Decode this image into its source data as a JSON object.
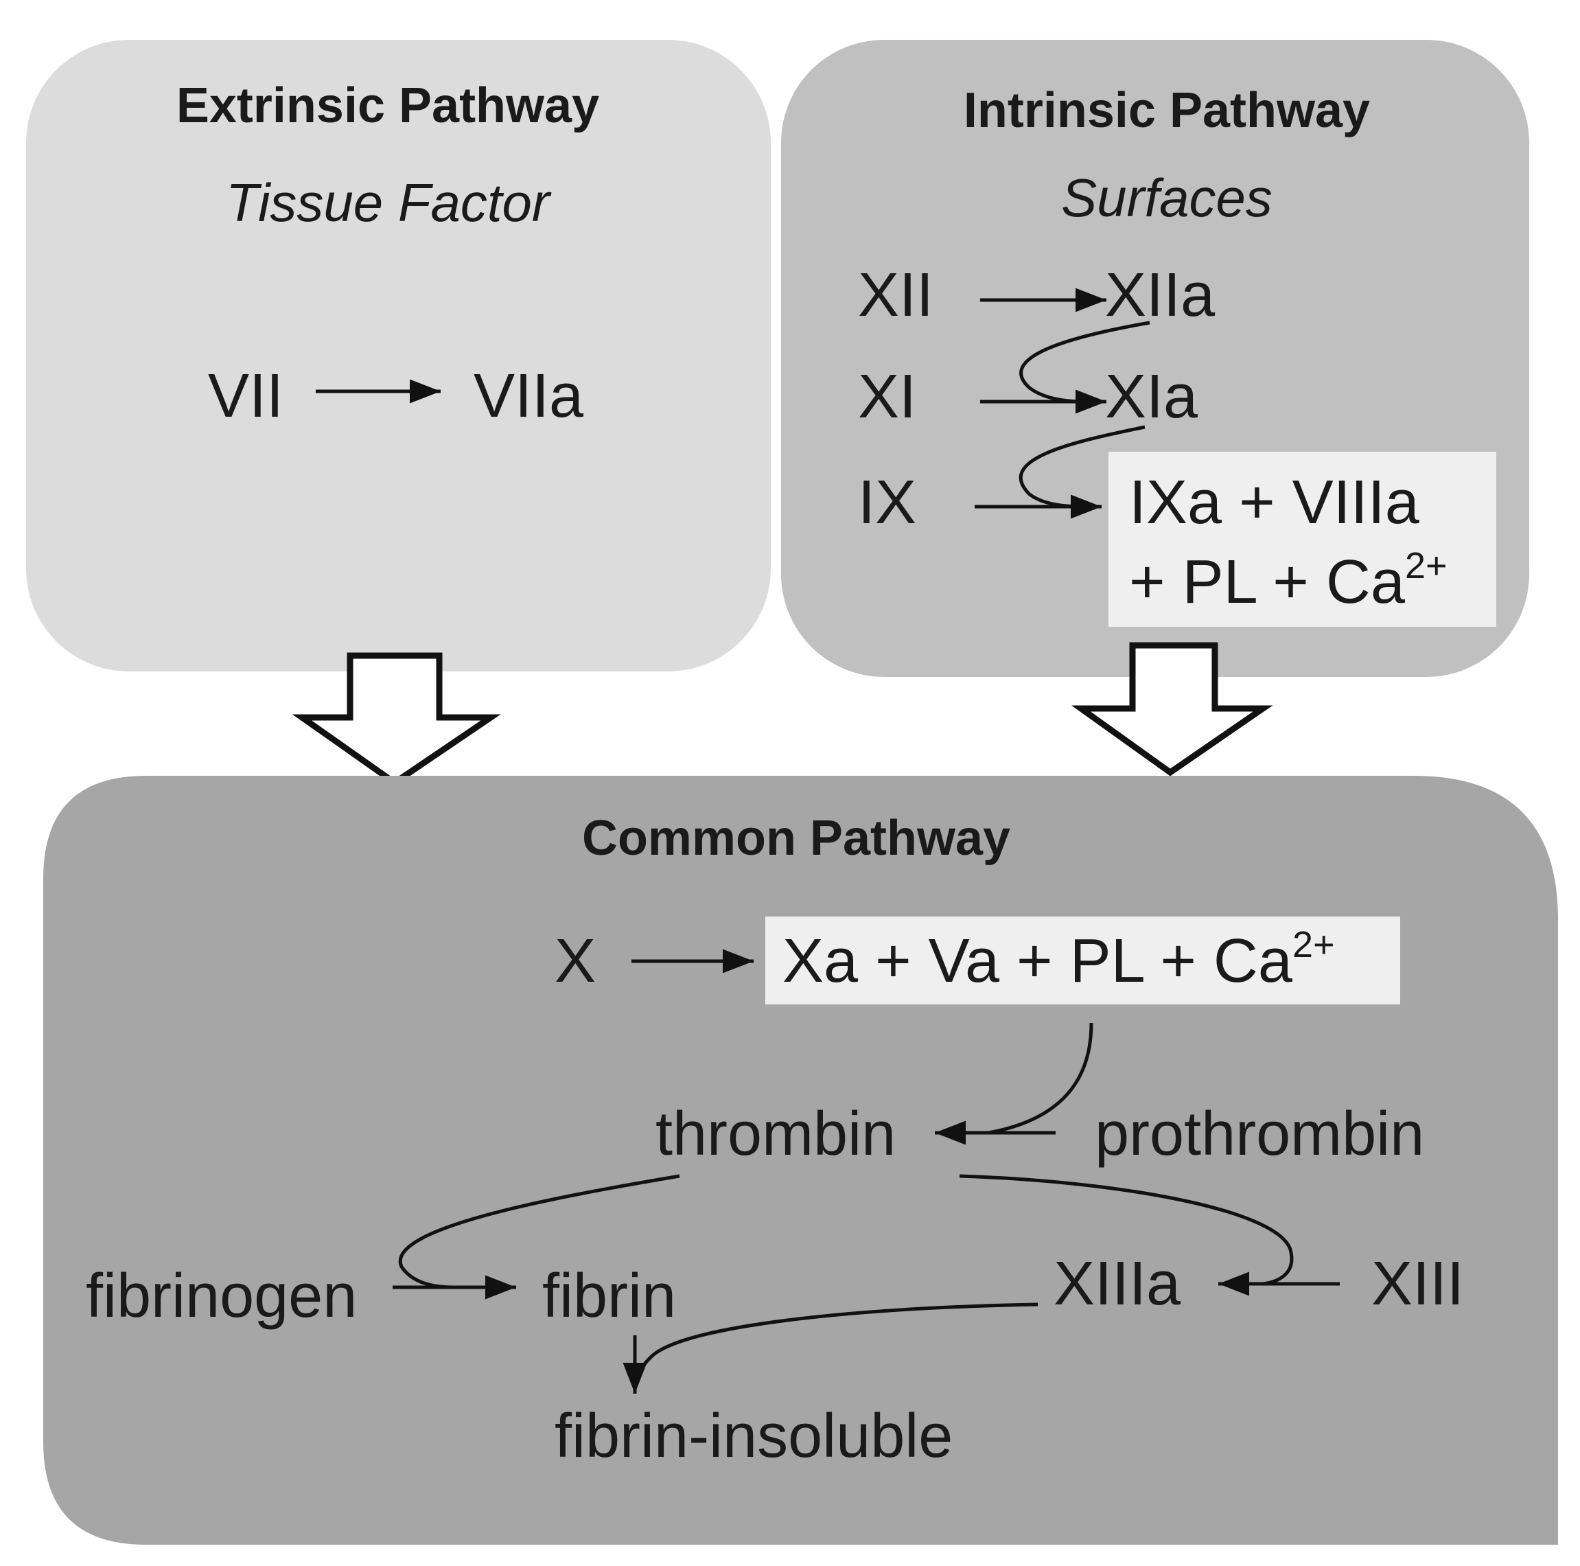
{
  "extrinsic": {
    "title": "Extrinsic Pathway",
    "subtitle": "Tissue Factor",
    "from": "VII",
    "to": "VIIa"
  },
  "intrinsic": {
    "title": "Intrinsic Pathway",
    "subtitle": "Surfaces",
    "xii": "XII",
    "xiia": "XIIa",
    "xi": "XI",
    "xia": "XIa",
    "ix": "IX",
    "complex_line1": "IXa + VIIIa",
    "complex_line2": "+ PL + Ca",
    "complex_sup": "2+"
  },
  "common": {
    "title": "Common Pathway",
    "x": "X",
    "complex": "Xa + Va + PL + Ca",
    "complex_sup": "2+",
    "thrombin": "thrombin",
    "prothrombin": "prothrombin",
    "fibrinogen": "fibrinogen",
    "fibrin": "fibrin",
    "xiiia": "XIIIa",
    "xiii": "XIII",
    "fibrin_insoluble": "fibrin-insoluble"
  },
  "colors": {
    "extrinsic_bg": "#dcdcdc",
    "intrinsic_bg": "#c0c0c0",
    "common_bg": "#a6a6a6",
    "complex_bg": "#efefef",
    "text": "#1a1a1a"
  }
}
